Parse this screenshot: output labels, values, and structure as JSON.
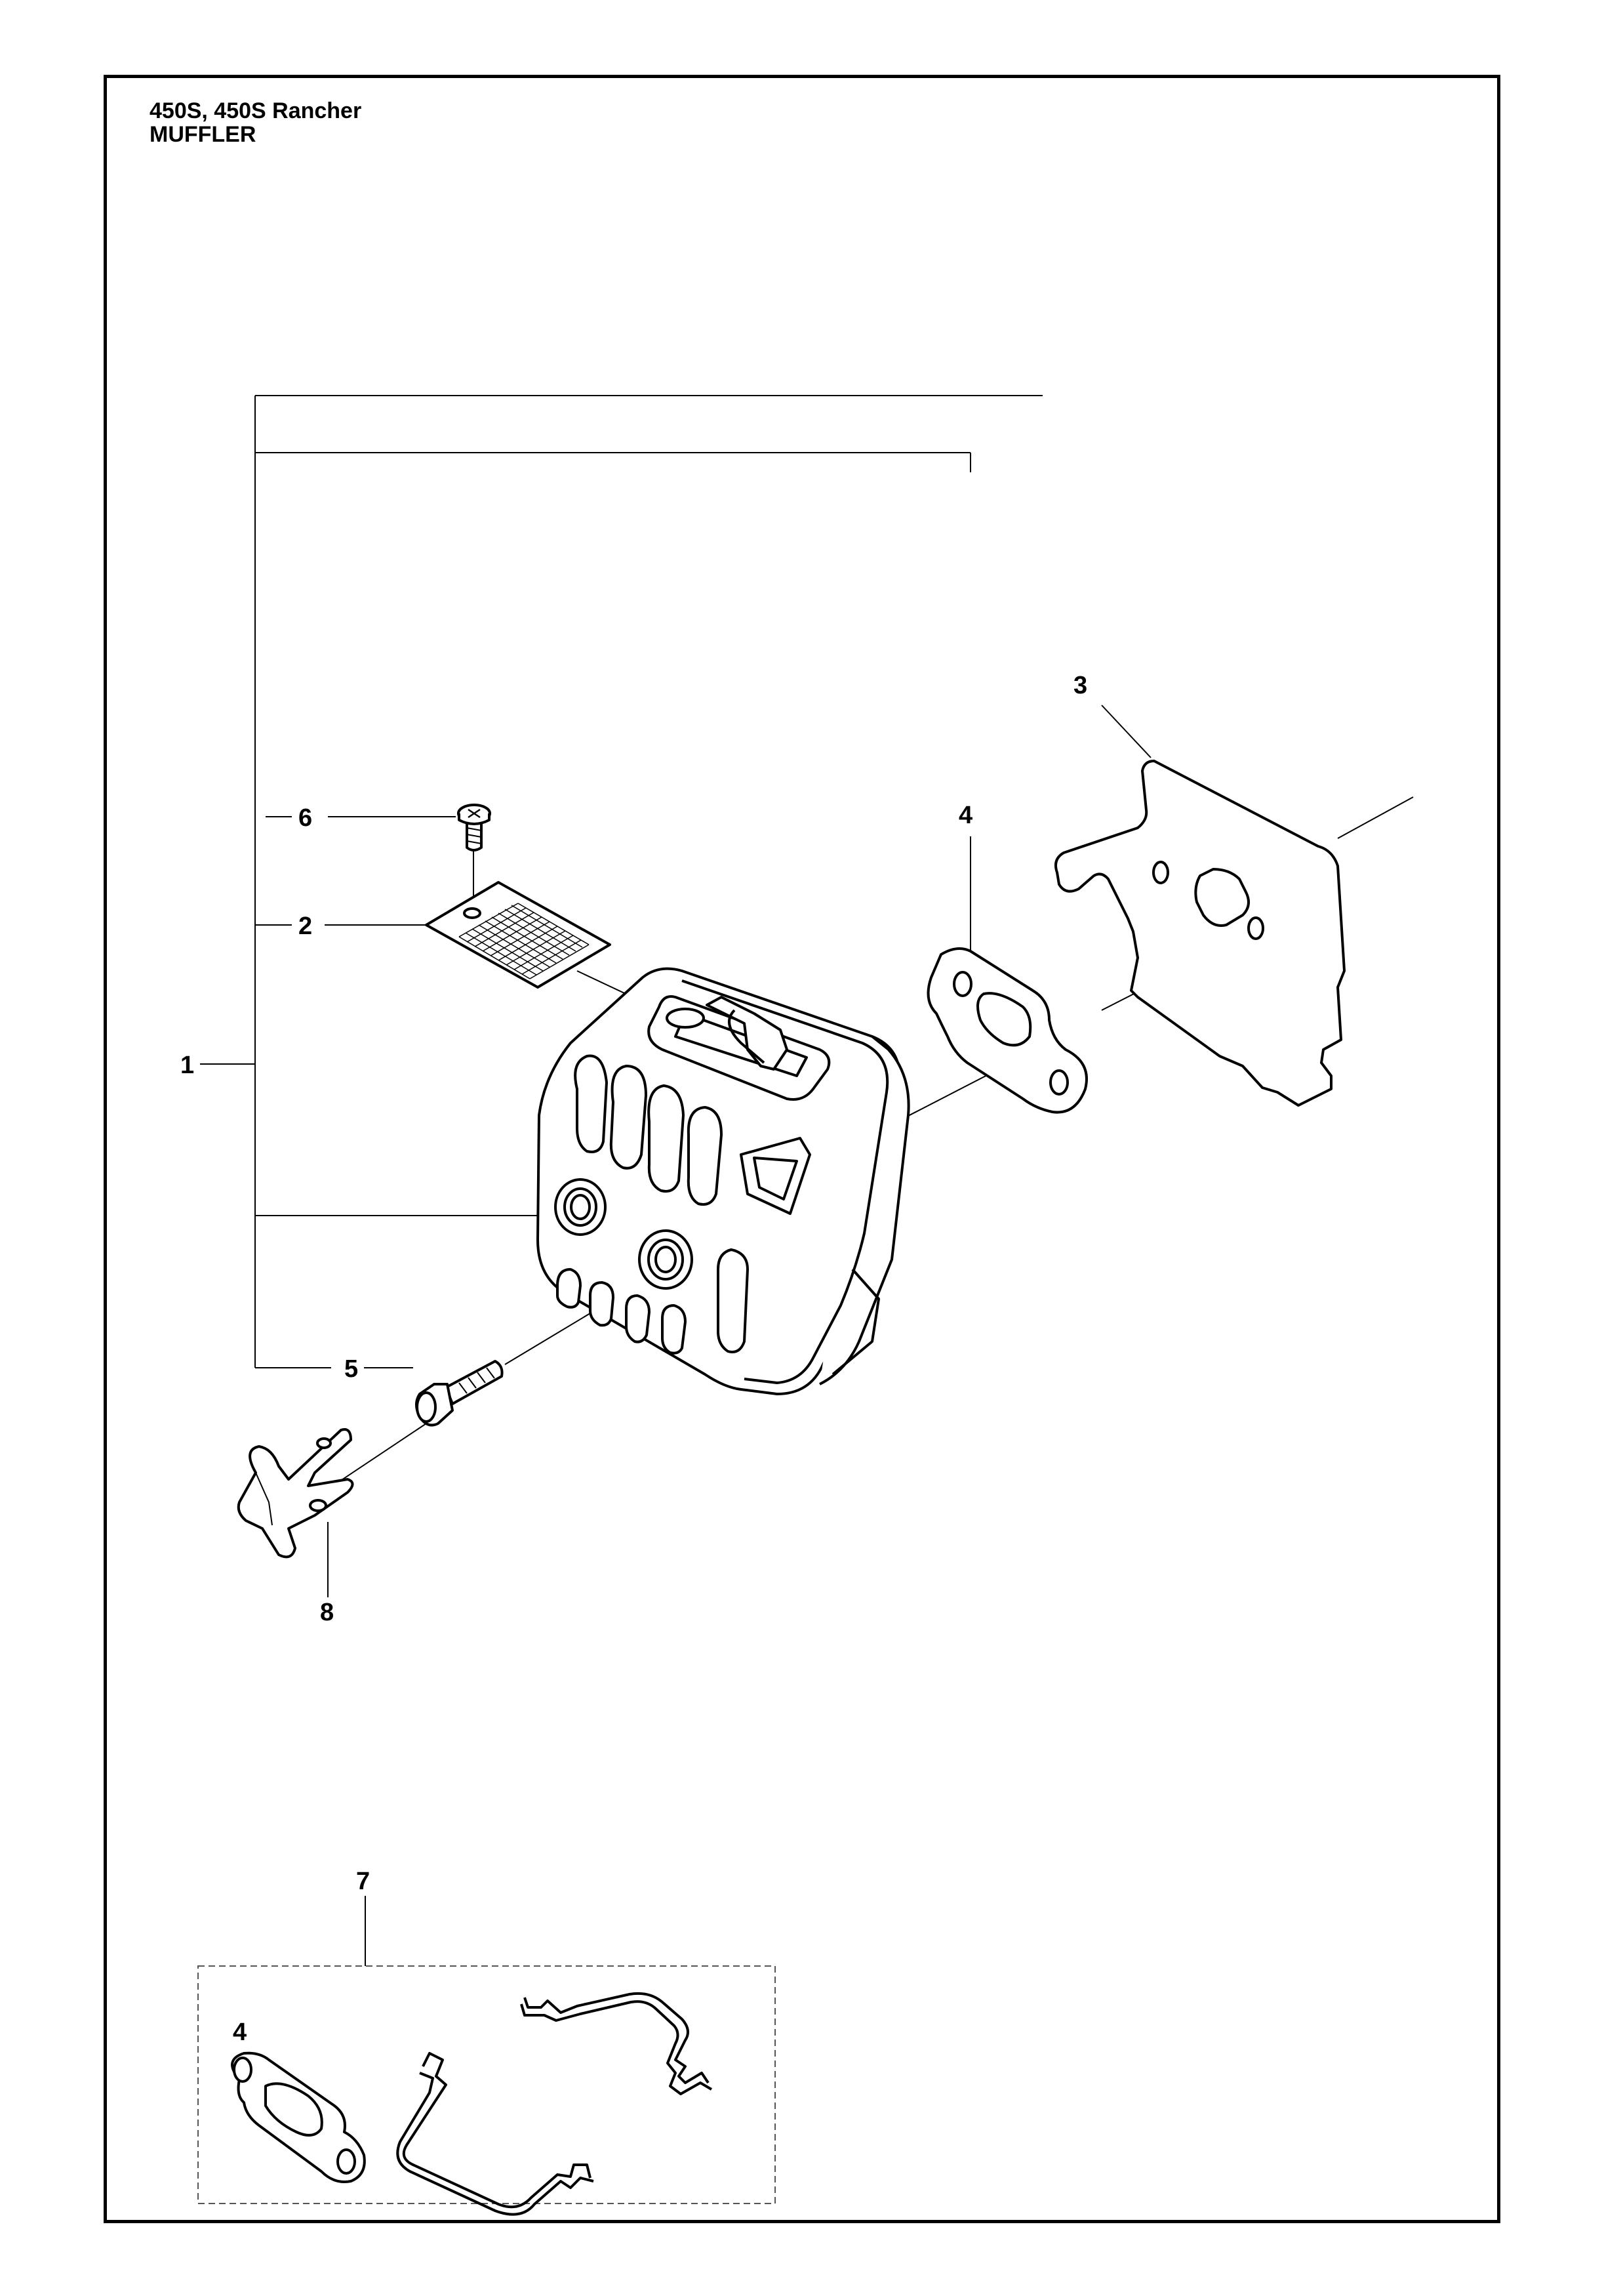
{
  "header": {
    "model": "450S, 450S Rancher",
    "section": "MUFFLER"
  },
  "callouts": {
    "c1": "1",
    "c2": "2",
    "c3": "3",
    "c4": "4",
    "c5": "5",
    "c6": "6",
    "c7": "7",
    "c8": "8",
    "c4_kit": "4"
  }
}
